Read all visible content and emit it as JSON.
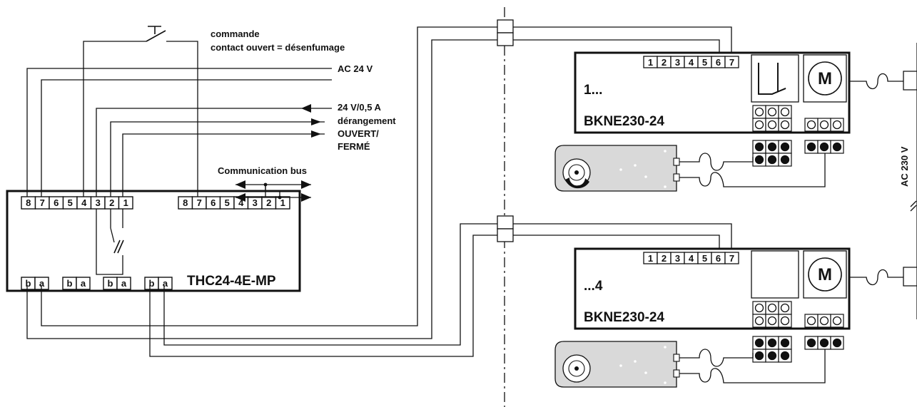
{
  "controller": {
    "name": "THC24-4E-MP",
    "terminals_left": [
      "8",
      "7",
      "6",
      "5",
      "4",
      "3",
      "2",
      "1"
    ],
    "terminals_right": [
      "8",
      "7",
      "6",
      "5",
      "4",
      "3",
      "2",
      "1"
    ],
    "bus_terminals": [
      "b",
      "a"
    ]
  },
  "labels": {
    "command_line1": "commande",
    "command_line2": "contact ouvert = désenfumage",
    "ac24": "AC 24 V",
    "supply": "24 V/0,5 A",
    "fault": "dérangement",
    "open_closed_1": "OUVERT/",
    "open_closed_2": "FERMÉ",
    "bus": "Communication bus",
    "ac230": "AC 230 V"
  },
  "units": [
    {
      "index_label": "1...",
      "model": "BKNE230-24",
      "terminals": [
        "1",
        "2",
        "3",
        "4",
        "5",
        "6",
        "7"
      ],
      "motor_symbol": "M"
    },
    {
      "index_label": "...4",
      "model": "BKNE230-24",
      "terminals": [
        "1",
        "2",
        "3",
        "4",
        "5",
        "6",
        "7"
      ],
      "motor_symbol": "M"
    }
  ]
}
